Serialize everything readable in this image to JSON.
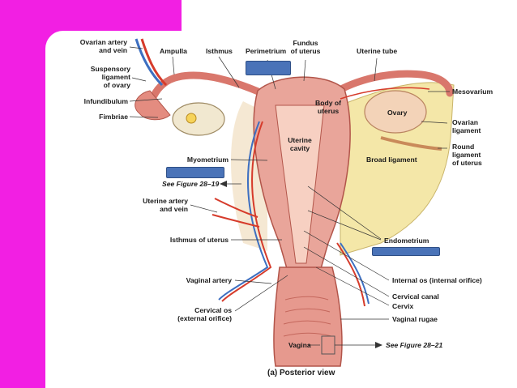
{
  "labels": {
    "ovarian_artery": "Ovarian artery\nand vein",
    "ampulla": "Ampulla",
    "isthmus": "Isthmus",
    "perimetrium": "Perimetrium",
    "fundus": "Fundus\nof uterus",
    "uterine_tube": "Uterine tube",
    "suspensory": "Suspensory\nligament\nof ovary",
    "infundibulum": "Infundibulum",
    "fimbriae": "Fimbriae",
    "body_of_uterus": "Body of\nuterus",
    "ovary": "Ovary",
    "mesovarium": "Mesovarium",
    "ovarian_ligament": "Ovarian\nligament",
    "round_ligament": "Round\nligament\nof uterus",
    "uterine_cavity": "Uterine\ncavity",
    "broad_ligament": "Broad ligament",
    "myometrium": "Myometrium",
    "see_fig_19": "See Figure 28–19",
    "uterine_artery": "Uterine artery\nand vein",
    "isthmus_uterus": "Isthmus of uterus",
    "endometrium": "Endometrium",
    "internal_os": "Internal os (internal orifice)",
    "cervical_canal": "Cervical canal",
    "vaginal_artery": "Vaginal artery",
    "cervix": "Cervix",
    "cervical_os": "Cervical os\n(external orifice)",
    "vaginal_rugae": "Vaginal rugae",
    "vagina": "Vagina",
    "see_fig_21": "See Figure 28–21",
    "caption": "(a) Posterior view"
  },
  "colors": {
    "accent_magenta": "#f21fe3",
    "label_box_blue": "#4a73b8",
    "uterus_pink": "#e9a59a",
    "ligament_yellow": "#f4e7a8"
  }
}
